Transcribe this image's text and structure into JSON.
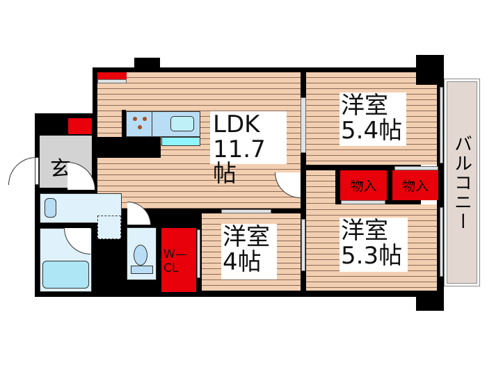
{
  "rooms": {
    "ldk": {
      "name": "LDK",
      "size": "11.7帖"
    },
    "western_1": {
      "name": "洋室",
      "size": "5.4帖"
    },
    "western_2": {
      "name": "洋室",
      "size": "5.3帖"
    },
    "western_3": {
      "name": "洋室",
      "size": "4帖"
    },
    "entrance": "玄",
    "walk_in_closet": {
      "line1": "W—",
      "line2": "CL"
    },
    "storage_1": "物入",
    "storage_2": "物入",
    "balcony": "バルコニー"
  },
  "colors": {
    "floor": "#f3cfb2",
    "storage": "#e8000b",
    "wet_area": "#dff2fb",
    "entrance": "#d3d3d3",
    "balcony": "#e3d8d1"
  }
}
